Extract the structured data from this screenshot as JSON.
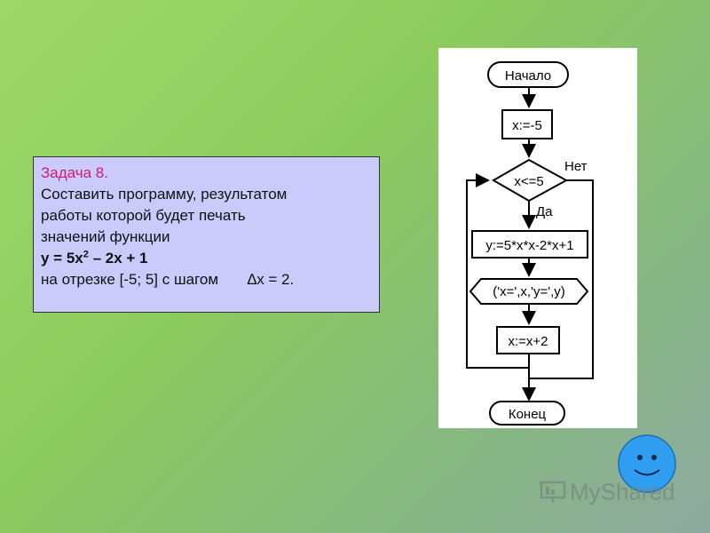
{
  "task": {
    "title": "Задача 8.",
    "line1": "Составить программу, результатом",
    "line2": "работы которой будет печать",
    "line3": "значений функции",
    "formula_part1": "y = 5x",
    "formula_sup": "2",
    "formula_part2": " – 2x + 1",
    "range_text": "на отрезке [-5; 5]  с шагом",
    "step_text": "x = 2."
  },
  "flowchart": {
    "start": "Начало",
    "init": "x:=-5",
    "condition": "x<=5",
    "no_label": "Нет",
    "yes_label": "Да",
    "compute": "y:=5*x*x-2*x+1",
    "output": "('x=',x,'y=',y)",
    "increment": "x:=x+2",
    "end": "Конец"
  },
  "watermark": {
    "text": "MyShared"
  },
  "colors": {
    "task_bg": "#cbcbfb",
    "title_color": "#d01a73",
    "smiley_fill": "#2f9df0"
  }
}
